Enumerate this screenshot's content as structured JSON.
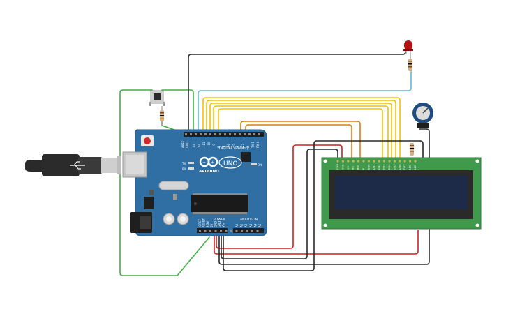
{
  "board": {
    "brand": "ARDUINO",
    "model": "UNO",
    "digital_header": "DIGITAL (PWM~)",
    "power_header": "POWER",
    "analog_header": "ANALOG IN",
    "tx_label": "TX",
    "rx_label": "RX",
    "on_label": "ON",
    "aref_label": "AREF",
    "gnd_label": "GND",
    "digital_pins": [
      "13",
      "12",
      "~11",
      "~10",
      "~9",
      "8",
      "7",
      "~6",
      "~5",
      "4",
      "~3",
      "2",
      "TX 1",
      "RX 0"
    ],
    "power_pins": [
      "IOREF",
      "RESET",
      "3.3V",
      "5V",
      "GND",
      "GND",
      "Vin"
    ],
    "analog_pins": [
      "A0",
      "A1",
      "A2",
      "A3",
      "A4",
      "A5"
    ]
  },
  "lcd": {
    "pins": [
      "GND",
      "VCC",
      "V0",
      "RS",
      "RW",
      "E",
      "DB0",
      "DB1",
      "DB2",
      "DB3",
      "DB4",
      "DB5",
      "DB6",
      "DB7",
      "LED",
      "LED"
    ]
  },
  "colors": {
    "board": "#2f6fa3",
    "wire_yellow": "#f2c200",
    "wire_orange": "#d98010",
    "wire_red": "#d21f1f",
    "wire_black": "#2a2a2a",
    "wire_green": "#43b043",
    "wire_cyan": "#5fbcd8",
    "lcd_pcb": "#3f9a4b",
    "lcd_screen": "#1e2b48",
    "led": "#b31212"
  },
  "icons": [
    "usb-cable-icon",
    "arduino-infinity-logo-icon"
  ]
}
